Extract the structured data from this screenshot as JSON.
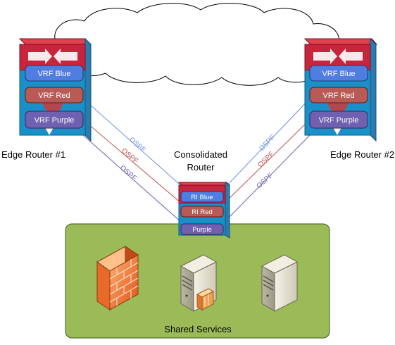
{
  "edge_left": {
    "label": "Edge Router #1",
    "vrfs": [
      "VRF Blue",
      "VRF Red",
      "VRF Purple"
    ]
  },
  "edge_right": {
    "label": "Edge Router #2",
    "vrfs": [
      "VRF Blue",
      "VRF Red",
      "VRF Purple"
    ]
  },
  "consolidated": {
    "label_line1": "Consolidated",
    "label_line2": "Router",
    "instances": [
      "RI Blue",
      "RI Red",
      "Purple"
    ]
  },
  "links": {
    "left_blue": "OSPF",
    "left_red": "OSPF",
    "left_purple": "OSPF",
    "right_blue": "OSPF",
    "right_red": "OSPF",
    "right_purple": "OSPF"
  },
  "shared_services": {
    "label": "Shared Services",
    "icons": [
      "firewall-icon",
      "server-with-lock-icon",
      "server-icon"
    ]
  },
  "colors": {
    "blue": "#4f7ee0",
    "red": "#c0504d",
    "purple": "#7060b0",
    "router_red": "#c8243c",
    "router_blue": "#1a90c8",
    "shared_bg": "#9bbb59"
  }
}
